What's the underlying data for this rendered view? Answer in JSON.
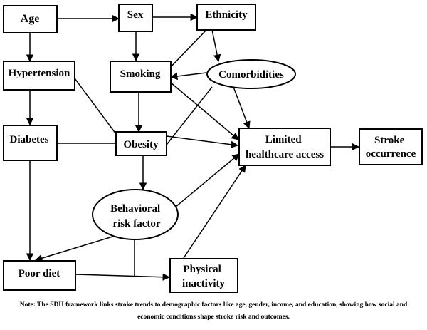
{
  "diagram": {
    "nodes": {
      "age": "Age",
      "sex": "Sex",
      "ethnicity": "Ethnicity",
      "hypertension": "Hypertension",
      "smoking": "Smoking",
      "comorbidities": "Comorbidities",
      "diabetes": "Diabetes",
      "obesity": "Obesity",
      "limited_healthcare_access": [
        "Limited",
        "healthcare access"
      ],
      "stroke_occurrence": [
        "Stroke",
        "occurrence"
      ],
      "behavioral_risk_factor": [
        "Behavioral",
        "risk factor"
      ],
      "poor_diet": "Poor diet",
      "physical_inactivity": [
        "Physical",
        "inactivity"
      ]
    },
    "edges": [
      {
        "from": "age",
        "to": "sex",
        "directed": true
      },
      {
        "from": "sex",
        "to": "ethnicity",
        "directed": true
      },
      {
        "from": "age",
        "to": "hypertension",
        "directed": true
      },
      {
        "from": "sex",
        "to": "smoking",
        "directed": true
      },
      {
        "from": "ethnicity",
        "to": "comorbidities",
        "directed": true
      },
      {
        "from": "ethnicity",
        "to": "smoking",
        "directed": false
      },
      {
        "from": "comorbidities",
        "to": "smoking",
        "directed": true
      },
      {
        "from": "hypertension",
        "to": "diabetes",
        "directed": true
      },
      {
        "from": "hypertension",
        "to": "obesity",
        "directed": false
      },
      {
        "from": "smoking",
        "to": "obesity",
        "directed": true
      },
      {
        "from": "smoking",
        "to": "limited_healthcare_access",
        "directed": true
      },
      {
        "from": "comorbidities",
        "to": "limited_healthcare_access",
        "directed": true
      },
      {
        "from": "comorbidities",
        "to": "obesity",
        "directed": false
      },
      {
        "from": "diabetes",
        "to": "obesity",
        "directed": false
      },
      {
        "from": "obesity",
        "to": "limited_healthcare_access",
        "directed": true
      },
      {
        "from": "limited_healthcare_access",
        "to": "stroke_occurrence",
        "directed": true
      },
      {
        "from": "obesity",
        "to": "behavioral_risk_factor",
        "directed": true
      },
      {
        "from": "diabetes",
        "to": "poor_diet",
        "directed": true
      },
      {
        "from": "behavioral_risk_factor",
        "to": "poor_diet",
        "directed": true
      },
      {
        "from": "behavioral_risk_factor",
        "to": "limited_healthcare_access",
        "directed": true
      },
      {
        "from": "behavioral_risk_factor",
        "to": "physical_inactivity",
        "directed": false
      },
      {
        "from": "poor_diet",
        "to": "physical_inactivity",
        "directed": true
      },
      {
        "from": "physical_inactivity",
        "to": "limited_healthcare_access",
        "directed": true
      }
    ]
  },
  "note": {
    "line1": "Note: The SDH framework links stroke trends to demographic factors like age, gender, income, and education, showing how social and",
    "line2": "economic conditions shape stroke risk and outcomes."
  }
}
